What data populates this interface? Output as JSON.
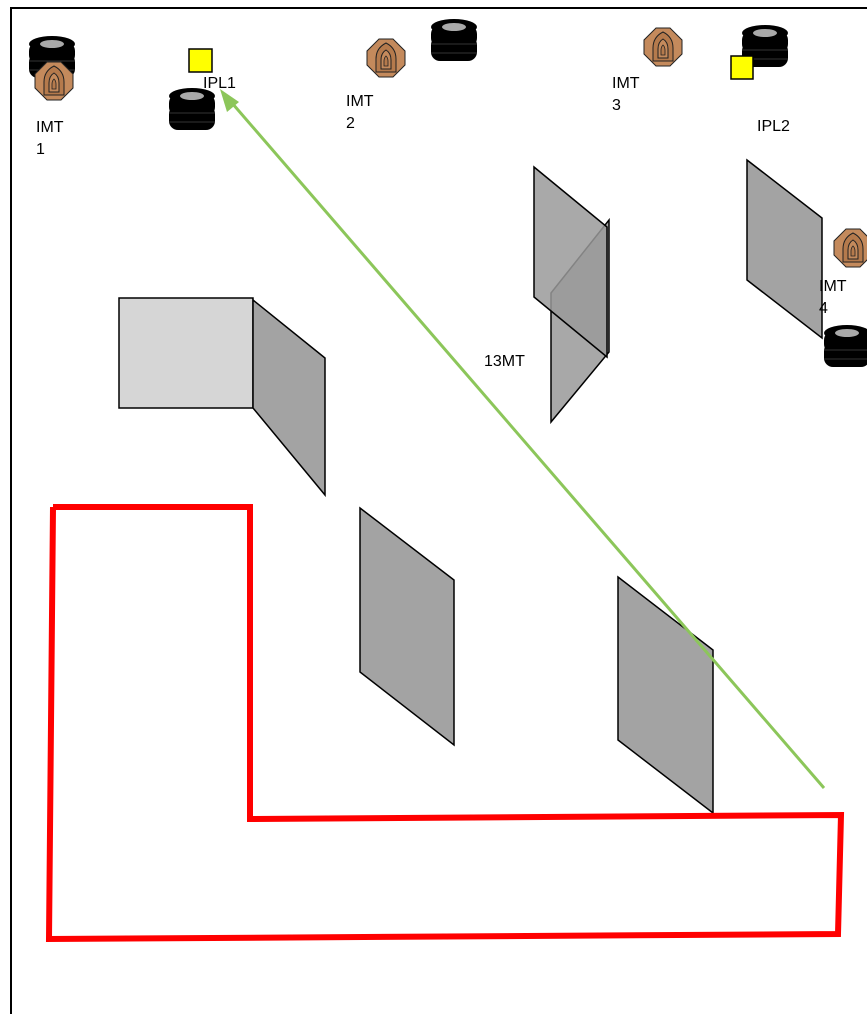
{
  "labels": {
    "imt1_a": "IMT",
    "imt1_b": "1",
    "ipl1": "IPL1",
    "imt2_a": "IMT",
    "imt2_b": "2",
    "imt3_a": "IMT",
    "imt3_b": "3",
    "ipl2": "IPL2",
    "imt4_a": "IMT",
    "imt4_b": "4",
    "distance": "13MT"
  },
  "colors": {
    "border": "#000000",
    "start_box": "#ffff00",
    "barrel": "#000000",
    "target": "#c48a5c",
    "panel_dark": "#a3a3a3",
    "panel_light": "#d6d6d6",
    "shooting_area": "#ff0000",
    "sight_line": "#8cc65a"
  },
  "icons": {
    "barrel": "barrel-icon",
    "target": "target-icon",
    "start_box": "start-box-icon",
    "arrow": "arrowhead-icon"
  }
}
